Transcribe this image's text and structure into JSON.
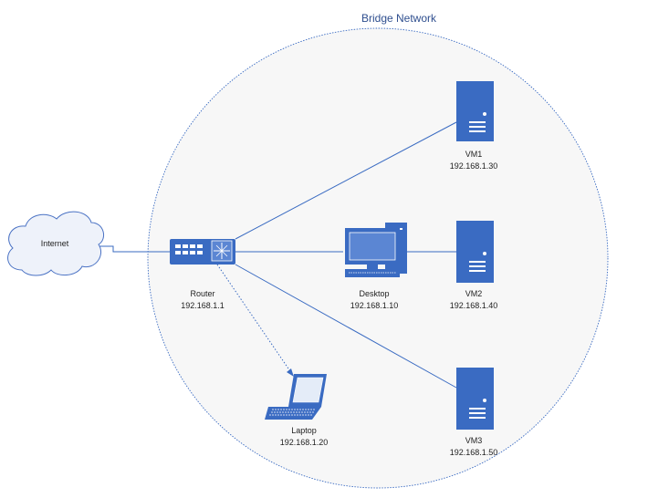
{
  "title": "Bridge Network",
  "internet": {
    "label": "Internet"
  },
  "router": {
    "name": "Router",
    "ip": "192.168.1.1"
  },
  "desktop": {
    "name": "Desktop",
    "ip": "192.168.1.10"
  },
  "laptop": {
    "name": "Laptop",
    "ip": "192.168.1.20"
  },
  "vm1": {
    "name": "VM1",
    "ip": "192.168.1.30"
  },
  "vm2": {
    "name": "VM2",
    "ip": "192.168.1.40"
  },
  "vm3": {
    "name": "VM3",
    "ip": "192.168.1.50"
  },
  "colors": {
    "device_blue": "#3a6bc2",
    "line_blue": "#3a6bc2",
    "cloud_fill": "#eef2fa",
    "cloud_stroke": "#4a72c4",
    "network_circle_fill": "#f7f7f7",
    "network_circle_stroke": "#3a6bc2",
    "title": "#2f4f8f"
  },
  "icons": [
    "cloud-icon",
    "router-icon",
    "desktop-icon",
    "laptop-icon",
    "server-icon"
  ]
}
